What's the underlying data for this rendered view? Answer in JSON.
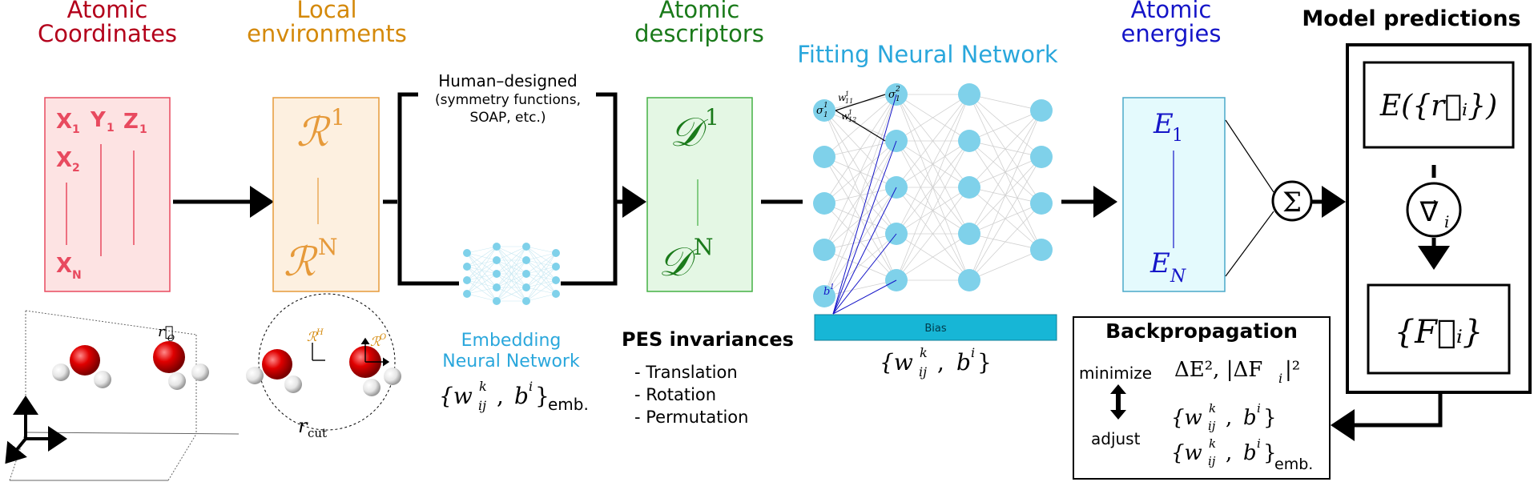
{
  "headers": {
    "atomic_coordinates": [
      "Atomic",
      "Coordinates"
    ],
    "local_environments": [
      "Local",
      "environments"
    ],
    "atomic_descriptors": [
      "Atomic",
      "descriptors"
    ],
    "fitting_nn": "Fitting Neural Network",
    "atomic_energies": [
      "Atomic",
      "energies"
    ],
    "model_predictions": "Model predictions"
  },
  "coords": {
    "x1": "X",
    "y1": "Y",
    "z1": "Z",
    "sub1": "1",
    "x2": "X",
    "sub2": "2",
    "xn": "X",
    "subn": "N"
  },
  "local_env": {
    "top": "ℛ",
    "top_sup": "1",
    "bottom": "ℛ",
    "bottom_sup": "N"
  },
  "human_designed": [
    "Human–designed",
    "(symmetry functions,",
    "SOAP, etc.)"
  ],
  "embedding_nn": [
    "Embedding",
    "Neural Network"
  ],
  "embedding_params": {
    "w": "{w",
    "w_sup": "k",
    "w_sub": "ij",
    "comma": ",",
    "b": "b",
    "b_sup": "i",
    "close": "}",
    "emb": "emb."
  },
  "descriptors": {
    "top": "𝒟",
    "top_sup": "1",
    "bottom": "𝒟",
    "bottom_sup": "N"
  },
  "pes": {
    "title": "PES invariances",
    "items": [
      "- Translation",
      "- Rotation",
      "- Permutation"
    ]
  },
  "fitting": {
    "sigma_a": "σ",
    "sigma_a_sup": "1",
    "sigma_a_sub": "1",
    "sigma_b": "σ",
    "sigma_b_sup": "2",
    "sigma_b_sub": "1",
    "w11": "w",
    "w11_sup": "1",
    "w11_sub": "11",
    "w12": "w",
    "w12_sup": "1",
    "w12_sub": "12",
    "bias_node": "b",
    "bias_node_sup": "1",
    "bias_label": "Bias",
    "params": {
      "w": "{w",
      "w_sup": "k",
      "w_sub": "ij",
      "comma": ",",
      "b": "b",
      "b_sup": "i",
      "close": "}"
    }
  },
  "energies": {
    "top": "E",
    "top_sub": "1",
    "bottom": "E",
    "bottom_sub": "N"
  },
  "sum_symbol": "Σ",
  "predictions": {
    "energy": "E({r⃗ᵢ})",
    "grad": "∇⃗",
    "grad_sub": "i",
    "forces": "{F⃗ᵢ}"
  },
  "backprop": {
    "title": "Backpropagation",
    "minimize": "minimize",
    "adjust": "adjust",
    "loss": "ΔE², |ΔF",
    "loss_sub": "i",
    "loss_end": "|²",
    "params1": {
      "w": "{w",
      "w_sup": "k",
      "w_sub": "ij",
      "comma": ",",
      "b": "b",
      "b_sup": "i",
      "close": "}"
    },
    "params2": {
      "w": "{w",
      "w_sup": "k",
      "w_sub": "ij",
      "comma": ",",
      "b": "b",
      "b_sup": "i",
      "close": "}",
      "emb": "emb."
    }
  },
  "molecule": {
    "r_o": "r⃗",
    "r_o_sub": "O"
  },
  "cutoff": {
    "rh": "ℛ",
    "rh_sup": "H",
    "ro": "ℛ",
    "ro_sup": "O",
    "rcut": "r",
    "rcut_sub": "cut"
  },
  "colors": {
    "red": "#b3001b",
    "orange": "#d4890b",
    "green": "#1a7a1a",
    "cyan": "#2aa7dc",
    "blue": "#1515c8",
    "node": "#7fd1ea",
    "coords_fill": "#fde3e3",
    "coords_stroke": "#e84a5f",
    "local_fill": "#fdf0e0",
    "local_stroke": "#e69a3a",
    "desc_fill": "#e4f7e4",
    "desc_stroke": "#45b045",
    "energy_fill": "#e4fafd",
    "energy_stroke": "#4aa9c9",
    "bias_fill": "#17b6d6"
  }
}
